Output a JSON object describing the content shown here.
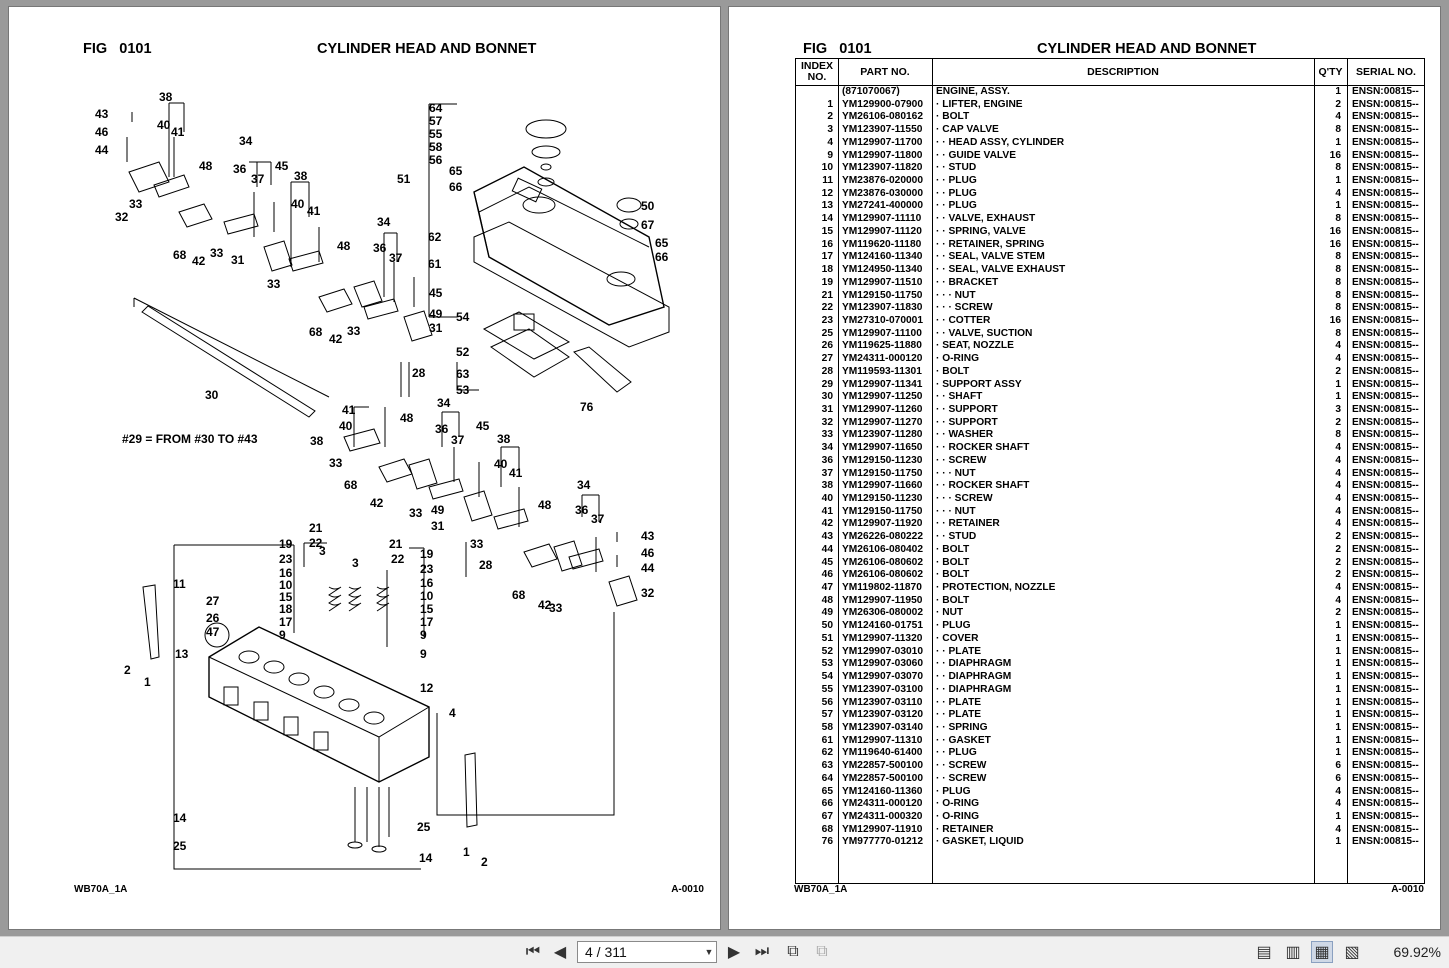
{
  "left_page": {
    "fig_label": "FIG   0101",
    "fig_title": "CYLINDER HEAD AND BONNET",
    "note": "#29 = FROM #30 TO #43",
    "footer_left": "WB70A_1A",
    "footer_right": "A-0010"
  },
  "right_page": {
    "fig_label": "FIG   0101",
    "fig_title": "CYLINDER HEAD AND BONNET",
    "footer_left": "WB70A_1A",
    "footer_right": "A-0010",
    "headers": {
      "index": "INDEX NO.",
      "part": "PART NO.",
      "desc": "DESCRIPTION",
      "qty": "Q'TY",
      "serial": "SERIAL NO."
    },
    "rows": [
      [
        "",
        "(871070067)",
        "ENGINE, ASSY.",
        "1",
        "ENSN:00815--"
      ],
      [
        "1",
        "YM129900-07900",
        "·  LIFTER, ENGINE",
        "2",
        "ENSN:00815--"
      ],
      [
        "2",
        "YM26106-080162",
        "·  BOLT",
        "4",
        "ENSN:00815--"
      ],
      [
        "3",
        "YM123907-11550",
        "·  CAP VALVE",
        "8",
        "ENSN:00815--"
      ],
      [
        "4",
        "YM129907-11700",
        "·  ·  HEAD ASSY, CYLINDER",
        "1",
        "ENSN:00815--"
      ],
      [
        "9",
        "YM129907-11800",
        "·  ·  GUIDE VALVE",
        "16",
        "ENSN:00815--"
      ],
      [
        "10",
        "YM123907-11820",
        "·  ·  STUD",
        "8",
        "ENSN:00815--"
      ],
      [
        "11",
        "YM23876-020000",
        "·  ·  PLUG",
        "1",
        "ENSN:00815--"
      ],
      [
        "12",
        "YM23876-030000",
        "·  ·  PLUG",
        "4",
        "ENSN:00815--"
      ],
      [
        "13",
        "YM27241-400000",
        "·  ·  PLUG",
        "1",
        "ENSN:00815--"
      ],
      [
        "14",
        "YM129907-11110",
        "·  ·  VALVE, EXHAUST",
        "8",
        "ENSN:00815--"
      ],
      [
        "15",
        "YM129907-11120",
        "·  ·  SPRING, VALVE",
        "16",
        "ENSN:00815--"
      ],
      [
        "16",
        "YM119620-11180",
        "·  ·  RETAINER, SPRING",
        "16",
        "ENSN:00815--"
      ],
      [
        "17",
        "YM124160-11340",
        "·  ·  SEAL, VALVE STEM",
        "8",
        "ENSN:00815--"
      ],
      [
        "18",
        "YM124950-11340",
        "·  ·  SEAL, VALVE EXHAUST",
        "8",
        "ENSN:00815--"
      ],
      [
        "19",
        "YM129907-11510",
        "·  ·  BRACKET",
        "8",
        "ENSN:00815--"
      ],
      [
        "21",
        "YM129150-11750",
        "·  ·  ·  NUT",
        "8",
        "ENSN:00815--"
      ],
      [
        "22",
        "YM123907-11830",
        "·  ·  ·  SCREW",
        "8",
        "ENSN:00815--"
      ],
      [
        "23",
        "YM27310-070001",
        "·  ·  COTTER",
        "16",
        "ENSN:00815--"
      ],
      [
        "25",
        "YM129907-11100",
        "·  ·  VALVE, SUCTION",
        "8",
        "ENSN:00815--"
      ],
      [
        "26",
        "YM119625-11880",
        "·  SEAT, NOZZLE",
        "4",
        "ENSN:00815--"
      ],
      [
        "27",
        "YM24311-000120",
        "·  O-RING",
        "4",
        "ENSN:00815--"
      ],
      [
        "28",
        "YM119593-11301",
        "·  BOLT",
        "2",
        "ENSN:00815--"
      ],
      [
        "29",
        "YM129907-11341",
        "·  SUPPORT ASSY",
        "1",
        "ENSN:00815--"
      ],
      [
        "30",
        "YM129907-11250",
        "·  ·  SHAFT",
        "1",
        "ENSN:00815--"
      ],
      [
        "31",
        "YM129907-11260",
        "·  ·  SUPPORT",
        "3",
        "ENSN:00815--"
      ],
      [
        "32",
        "YM129907-11270",
        "·  ·  SUPPORT",
        "2",
        "ENSN:00815--"
      ],
      [
        "33",
        "YM123907-11280",
        "·  ·  WASHER",
        "8",
        "ENSN:00815--"
      ],
      [
        "34",
        "YM129907-11650",
        "·  ·  ROCKER SHAFT",
        "4",
        "ENSN:00815--"
      ],
      [
        "36",
        "YM129150-11230",
        "·  ·  SCREW",
        "4",
        "ENSN:00815--"
      ],
      [
        "37",
        "YM129150-11750",
        "·  ·  ·  NUT",
        "4",
        "ENSN:00815--"
      ],
      [
        "38",
        "YM129907-11660",
        "·  ·  ROCKER SHAFT",
        "4",
        "ENSN:00815--"
      ],
      [
        "40",
        "YM129150-11230",
        "·  ·  ·  SCREW",
        "4",
        "ENSN:00815--"
      ],
      [
        "41",
        "YM129150-11750",
        "·  ·  ·  NUT",
        "4",
        "ENSN:00815--"
      ],
      [
        "42",
        "YM129907-11920",
        "·  ·  RETAINER",
        "4",
        "ENSN:00815--"
      ],
      [
        "43",
        "YM26226-080222",
        "·  ·  STUD",
        "2",
        "ENSN:00815--"
      ],
      [
        "44",
        "YM26106-080402",
        "·  BOLT",
        "2",
        "ENSN:00815--"
      ],
      [
        "45",
        "YM26106-080602",
        "·  BOLT",
        "2",
        "ENSN:00815--"
      ],
      [
        "46",
        "YM26106-080602",
        "·  BOLT",
        "2",
        "ENSN:00815--"
      ],
      [
        "47",
        "YM119802-11870",
        "·  PROTECTION, NOZZLE",
        "4",
        "ENSN:00815--"
      ],
      [
        "48",
        "YM129907-11950",
        "·  BOLT",
        "4",
        "ENSN:00815--"
      ],
      [
        "49",
        "YM26306-080002",
        "·  NUT",
        "2",
        "ENSN:00815--"
      ],
      [
        "50",
        "YM124160-01751",
        "·  PLUG",
        "1",
        "ENSN:00815--"
      ],
      [
        "51",
        "YM129907-11320",
        "·  COVER",
        "1",
        "ENSN:00815--"
      ],
      [
        "52",
        "YM129907-03010",
        "·  ·  PLATE",
        "1",
        "ENSN:00815--"
      ],
      [
        "53",
        "YM129907-03060",
        "·  ·  DIAPHRAGM",
        "1",
        "ENSN:00815--"
      ],
      [
        "54",
        "YM129907-03070",
        "·  ·  DIAPHRAGM",
        "1",
        "ENSN:00815--"
      ],
      [
        "55",
        "YM123907-03100",
        "·  ·  DIAPHRAGM",
        "1",
        "ENSN:00815--"
      ],
      [
        "56",
        "YM123907-03110",
        "·  ·  PLATE",
        "1",
        "ENSN:00815--"
      ],
      [
        "57",
        "YM123907-03120",
        "·  ·  PLATE",
        "1",
        "ENSN:00815--"
      ],
      [
        "58",
        "YM123907-03140",
        "·  ·  SPRING",
        "1",
        "ENSN:00815--"
      ],
      [
        "61",
        "YM129907-11310",
        "·  ·  GASKET",
        "1",
        "ENSN:00815--"
      ],
      [
        "62",
        "YM119640-61400",
        "·  ·  PLUG",
        "1",
        "ENSN:00815--"
      ],
      [
        "63",
        "YM22857-500100",
        "·  ·  SCREW",
        "6",
        "ENSN:00815--"
      ],
      [
        "64",
        "YM22857-500100",
        "·  ·  SCREW",
        "6",
        "ENSN:00815--"
      ],
      [
        "65",
        "YM124160-11360",
        "·  PLUG",
        "4",
        "ENSN:00815--"
      ],
      [
        "66",
        "YM24311-000120",
        "·  O-RING",
        "4",
        "ENSN:00815--"
      ],
      [
        "67",
        "YM24311-000320",
        "·  O-RING",
        "1",
        "ENSN:00815--"
      ],
      [
        "68",
        "YM129907-11910",
        "·  RETAINER",
        "4",
        "ENSN:00815--"
      ],
      [
        "76",
        "YM977770-01212",
        "·  GASKET, LIQUID",
        "1",
        "ENSN:00815--"
      ]
    ]
  },
  "toolbar": {
    "page_indicator": "4 / 311",
    "zoom": "69.92%",
    "icons": [
      "first-page-icon",
      "prev-page-icon",
      "next-page-icon",
      "last-page-icon",
      "single-page-view-icon",
      "continuous-view-icon",
      "two-page-view-icon",
      "two-page-continuous-icon"
    ]
  }
}
